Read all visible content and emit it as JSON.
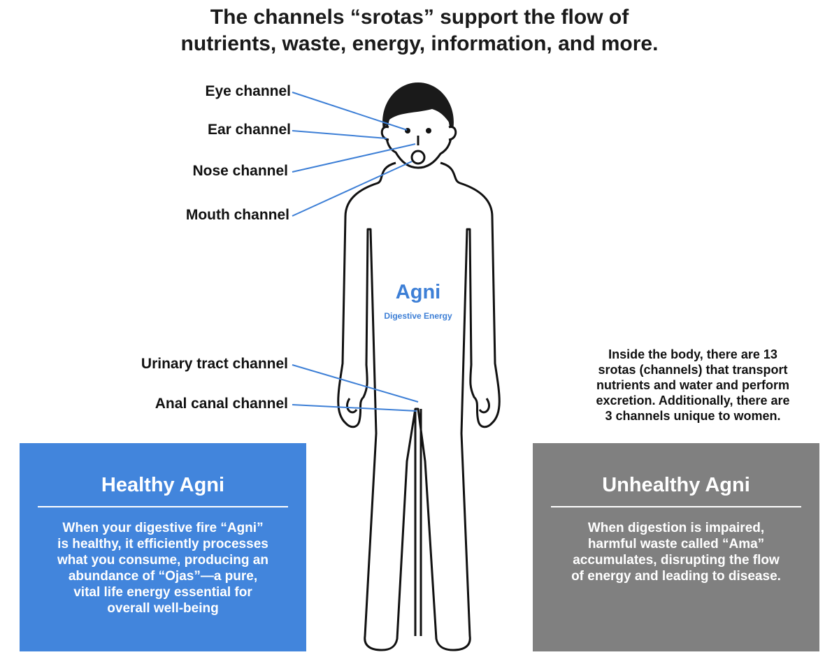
{
  "title": {
    "line1": "The channels “srotas” support the flow of",
    "line2": "nutrients, waste, energy, information, and more."
  },
  "channels": {
    "eye": "Eye channel",
    "ear": "Ear channel",
    "nose": "Nose channel",
    "mouth": "Mouth channel",
    "urinary": "Urinary tract channel",
    "anal": "Anal canal channel"
  },
  "agni": {
    "label": "Agni",
    "sublabel": "Digestive Energy"
  },
  "info": {
    "lines": [
      "Inside the body, there are 13",
      "srotas (channels) that transport",
      "nutrients and water and perform",
      "excretion. Additionally, there are",
      "3 channels unique to women."
    ]
  },
  "healthy": {
    "title": "Healthy Agni",
    "lines": [
      "When your digestive fire “Agni”",
      "is healthy, it efficiently processes",
      "what you consume, producing an",
      "abundance of “Ojas”—a pure,",
      "vital life energy essential for",
      "overall well-being"
    ]
  },
  "unhealthy": {
    "title": "Unhealthy Agni",
    "lines": [
      "When digestion is impaired,",
      "harmful waste called “Ama”",
      "accumulates, disrupting the flow",
      "of energy and leading to disease."
    ]
  },
  "colors": {
    "accent_blue": "#4285dc",
    "agni_text": "#3d7fd6",
    "pointer_line": "#3d7fd6",
    "unhealthy_gray": "#808080"
  }
}
